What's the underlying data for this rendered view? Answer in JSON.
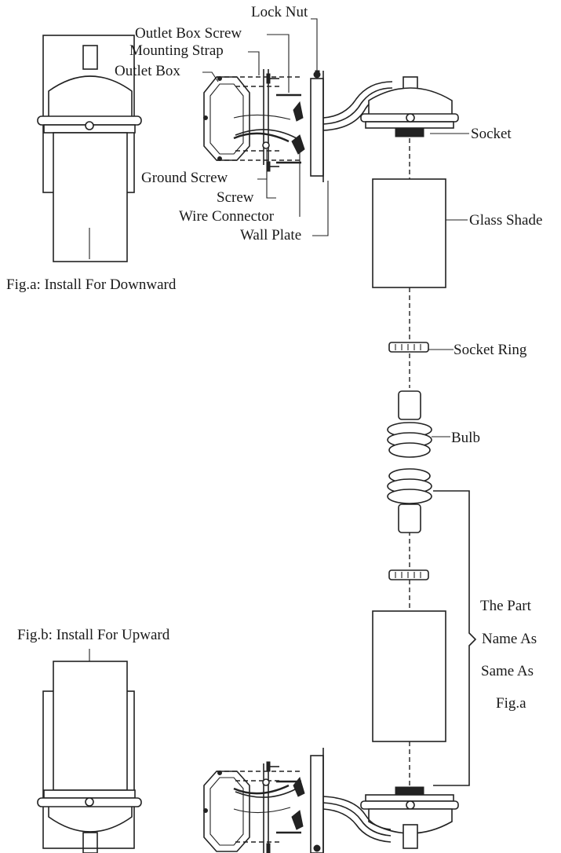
{
  "labels": {
    "lock_nut": "Lock Nut",
    "outlet_box_screw": "Outlet Box Screw",
    "mounting_strap": "Mounting Strap",
    "outlet_box": "Outlet Box",
    "socket": "Socket",
    "ground_screw": "Ground Screw",
    "screw": "Screw",
    "wire_connector": "Wire Connector",
    "wall_plate": "Wall Plate",
    "glass_shade": "Glass Shade",
    "socket_ring": "Socket Ring",
    "bulb": "Bulb"
  },
  "figures": {
    "fig_a": "Fig.a: Install For Downward",
    "fig_b": "Fig.b: Install For Upward"
  },
  "note": {
    "line1": "The Part",
    "line2": "Name As",
    "line3": "Same As",
    "line4": "Fig.a"
  }
}
